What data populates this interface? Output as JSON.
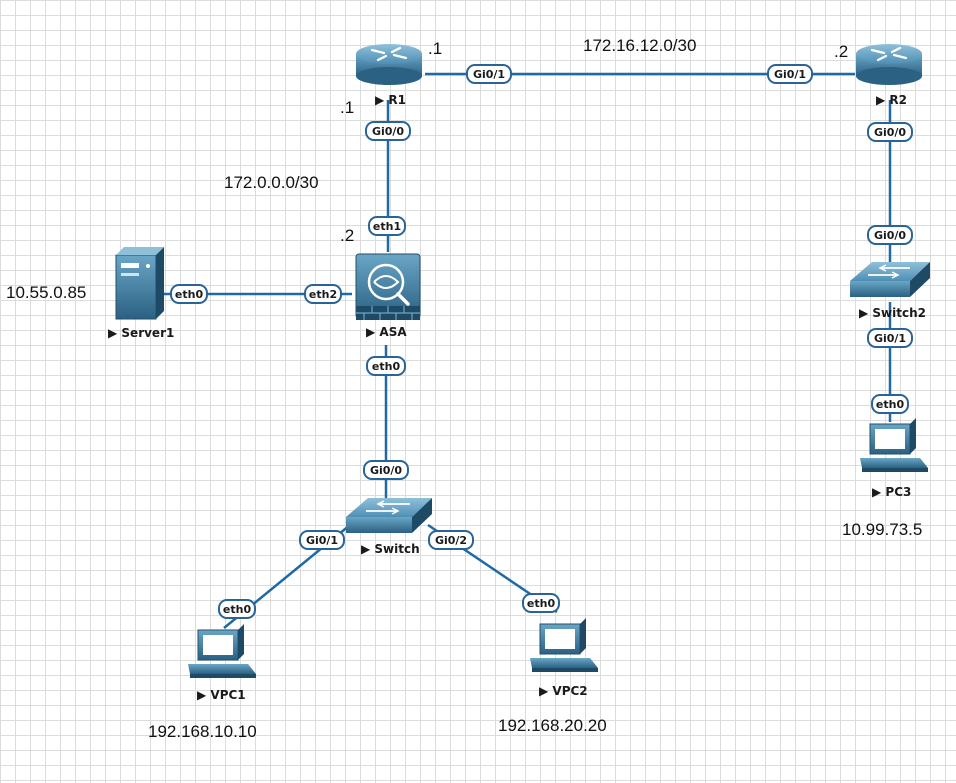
{
  "colors": {
    "link": "#1f6aa5",
    "device_dark": "#2b6183",
    "device_mid": "#3a7ba2",
    "device_light": "#6aa6c6",
    "port_border": "#2a6496",
    "grid": "#dcdcdc"
  },
  "nodes": {
    "r1": {
      "label": "R1",
      "icon": "router-icon"
    },
    "r2": {
      "label": "R2",
      "icon": "router-icon"
    },
    "asa": {
      "label": "ASA",
      "icon": "firewall-icon"
    },
    "server1": {
      "label": "Server1",
      "icon": "server-icon"
    },
    "switch": {
      "label": "Switch",
      "icon": "switch-icon"
    },
    "switch2": {
      "label": "Switch2",
      "icon": "switch-icon"
    },
    "vpc1": {
      "label": "VPC1",
      "icon": "pc-icon"
    },
    "vpc2": {
      "label": "VPC2",
      "icon": "pc-icon"
    },
    "pc3": {
      "label": "PC3",
      "icon": "pc-icon"
    }
  },
  "ports": {
    "r1_gi01": "Gi0/1",
    "r2_gi01": "Gi0/1",
    "r1_gi00": "Gi0/0",
    "asa_eth1": "eth1",
    "asa_eth2": "eth2",
    "server1_eth0": "eth0",
    "asa_eth0": "eth0",
    "switch_gi00": "Gi0/0",
    "switch_gi01": "Gi0/1",
    "switch_gi02": "Gi0/2",
    "vpc1_eth0": "eth0",
    "vpc2_eth0": "eth0",
    "r2_gi00": "Gi0/0",
    "switch2_gi00": "Gi0/0",
    "switch2_gi01": "Gi0/1",
    "pc3_eth0": "eth0"
  },
  "annotations": {
    "r1_r2_net": "172.16.12.0/30",
    "r1_top_host": ".1",
    "r2_top_host": ".2",
    "r1_left_host": ".1",
    "r1_asa_net": "172.0.0.0/30",
    "asa_host": ".2",
    "server1_ip": "10.55.0.85",
    "pc3_ip": "10.99.73.5",
    "vpc1_ip": "192.168.10.10",
    "vpc2_ip": "192.168.20.20"
  }
}
